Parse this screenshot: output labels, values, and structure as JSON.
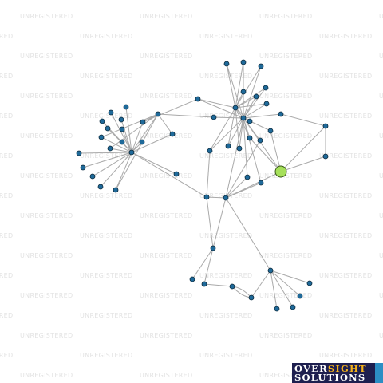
{
  "watermark": {
    "text": "UNREGISTERED"
  },
  "logo": {
    "line1a": "OVER",
    "line1b": "SIGHT",
    "line2": "SOLUTIONS"
  },
  "colors": {
    "node": "#1f6a9a",
    "focus": "#a6e05a",
    "edge": "#a9a9a9",
    "logo_bg": "#1e1f4f",
    "logo_accent": "#f5b21a"
  },
  "graph": {
    "focus_node": "n_focus",
    "nodes": [
      "n_hub_left",
      "n_l1",
      "n_l2",
      "n_l3",
      "n_l4",
      "n_l5",
      "n_l6",
      "n_l7",
      "n_l8",
      "n_l9",
      "n_l10",
      "n_l11",
      "n_l12",
      "n_l13",
      "n_l14",
      "n_l15",
      "n_l16",
      "n_l17",
      "n_l18",
      "n_mid1",
      "n_mid2",
      "n_mid3",
      "n_hub_right",
      "n_hub_right2",
      "n_r1",
      "n_r2",
      "n_r3",
      "n_r4",
      "n_r5",
      "n_r6",
      "n_r7",
      "n_r8",
      "n_r9",
      "n_r10",
      "n_r11",
      "n_r12",
      "n_r13",
      "n_far1",
      "n_far2",
      "n_focus",
      "n_junction1",
      "n_junction2",
      "n_chain1",
      "n_br1",
      "n_br2",
      "n_br3",
      "n_br4",
      "n_br5",
      "n_br_hub",
      "n_s1",
      "n_s2",
      "n_s3",
      "n_s4"
    ],
    "edges": [
      [
        "n_hub_left",
        "n_l1"
      ],
      [
        "n_hub_left",
        "n_l2"
      ],
      [
        "n_hub_left",
        "n_l3"
      ],
      [
        "n_hub_left",
        "n_l4"
      ],
      [
        "n_hub_left",
        "n_l5"
      ],
      [
        "n_hub_left",
        "n_l6"
      ],
      [
        "n_hub_left",
        "n_l7"
      ],
      [
        "n_hub_left",
        "n_l8"
      ],
      [
        "n_hub_left",
        "n_l9"
      ],
      [
        "n_hub_left",
        "n_l10"
      ],
      [
        "n_hub_left",
        "n_l11"
      ],
      [
        "n_hub_left",
        "n_l12"
      ],
      [
        "n_hub_left",
        "n_l13"
      ],
      [
        "n_hub_left",
        "n_l14"
      ],
      [
        "n_hub_left",
        "n_l15"
      ],
      [
        "n_hub_left",
        "n_l16"
      ],
      [
        "n_hub_left",
        "n_l17"
      ],
      [
        "n_hub_left",
        "n_l18"
      ],
      [
        "n_l17",
        "n_l16"
      ],
      [
        "n_l17",
        "n_l5"
      ],
      [
        "n_l17",
        "n_l6"
      ],
      [
        "n_l17",
        "n_l7"
      ],
      [
        "n_l17",
        "n_l18"
      ],
      [
        "n_l16",
        "n_mid1"
      ],
      [
        "n_l17",
        "n_mid2"
      ],
      [
        "n_hub_left",
        "n_mid3"
      ],
      [
        "n_hub_left",
        "n_junction1"
      ],
      [
        "n_mid1",
        "n_hub_right"
      ],
      [
        "n_mid2",
        "n_hub_right2"
      ],
      [
        "n_mid1",
        "n_hub_right2"
      ],
      [
        "n_hub_right",
        "n_r1"
      ],
      [
        "n_hub_right",
        "n_r2"
      ],
      [
        "n_hub_right",
        "n_r3"
      ],
      [
        "n_hub_right",
        "n_r4"
      ],
      [
        "n_hub_right",
        "n_r5"
      ],
      [
        "n_hub_right",
        "n_r6"
      ],
      [
        "n_hub_right",
        "n_r7"
      ],
      [
        "n_hub_right",
        "n_r8"
      ],
      [
        "n_hub_right",
        "n_r9"
      ],
      [
        "n_hub_right",
        "n_r10"
      ],
      [
        "n_hub_right",
        "n_hub_right2"
      ],
      [
        "n_hub_right2",
        "n_r1"
      ],
      [
        "n_hub_right2",
        "n_r2"
      ],
      [
        "n_hub_right2",
        "n_r3"
      ],
      [
        "n_hub_right2",
        "n_r4"
      ],
      [
        "n_hub_right2",
        "n_r5"
      ],
      [
        "n_hub_right2",
        "n_r6"
      ],
      [
        "n_hub_right2",
        "n_r7"
      ],
      [
        "n_hub_right2",
        "n_r8"
      ],
      [
        "n_hub_right2",
        "n_r9"
      ],
      [
        "n_hub_right2",
        "n_r10"
      ],
      [
        "n_hub_right2",
        "n_r11"
      ],
      [
        "n_hub_right2",
        "n_r12"
      ],
      [
        "n_hub_right2",
        "n_r13"
      ],
      [
        "n_hub_right2",
        "n_far1"
      ],
      [
        "n_hub_right2",
        "n_focus"
      ],
      [
        "n_hub_right",
        "n_r11"
      ],
      [
        "n_hub_right",
        "n_r12"
      ],
      [
        "n_far1",
        "n_far2"
      ],
      [
        "n_far2",
        "n_focus"
      ],
      [
        "n_r12",
        "n_focus"
      ],
      [
        "n_focus",
        "n_junction2"
      ],
      [
        "n_r13",
        "n_junction2"
      ],
      [
        "n_r11",
        "n_junction1"
      ],
      [
        "n_hub_right2",
        "n_junction2"
      ],
      [
        "n_junction1",
        "n_junction2"
      ],
      [
        "n_junction2",
        "n_chain1"
      ],
      [
        "n_junction1",
        "n_chain1"
      ],
      [
        "n_chain1",
        "n_br1"
      ],
      [
        "n_chain1",
        "n_br2"
      ],
      [
        "n_br2",
        "n_br3"
      ],
      [
        "n_br3",
        "n_br4"
      ],
      [
        "n_br4",
        "n_br3"
      ],
      [
        "n_junction2",
        "n_br_hub"
      ],
      [
        "n_br_hub",
        "n_br4"
      ],
      [
        "n_br_hub",
        "n_s1"
      ],
      [
        "n_br_hub",
        "n_s2"
      ],
      [
        "n_br_hub",
        "n_s3"
      ],
      [
        "n_br_hub",
        "n_s4"
      ]
    ]
  }
}
